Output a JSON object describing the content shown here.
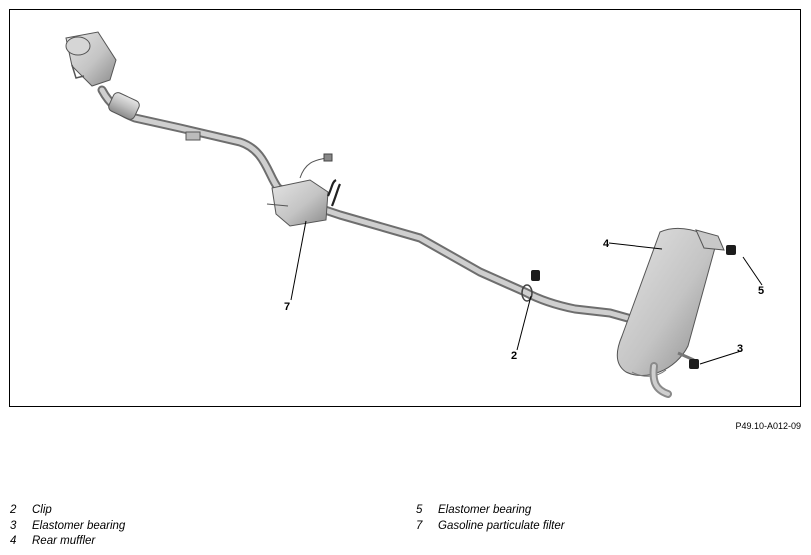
{
  "figure_id": "P49.10-A012-09",
  "callouts": {
    "c2": "2",
    "c3": "3",
    "c4": "4",
    "c5": "5",
    "c7": "7"
  },
  "legend": {
    "left": [
      {
        "num": "2",
        "text": "Clip"
      },
      {
        "num": "3",
        "text": "Elastomer bearing"
      },
      {
        "num": "4",
        "text": "Rear muffler"
      }
    ],
    "right": [
      {
        "num": "5",
        "text": "Elastomer bearing"
      },
      {
        "num": "7",
        "text": "Gasoline particulate filter"
      }
    ]
  }
}
